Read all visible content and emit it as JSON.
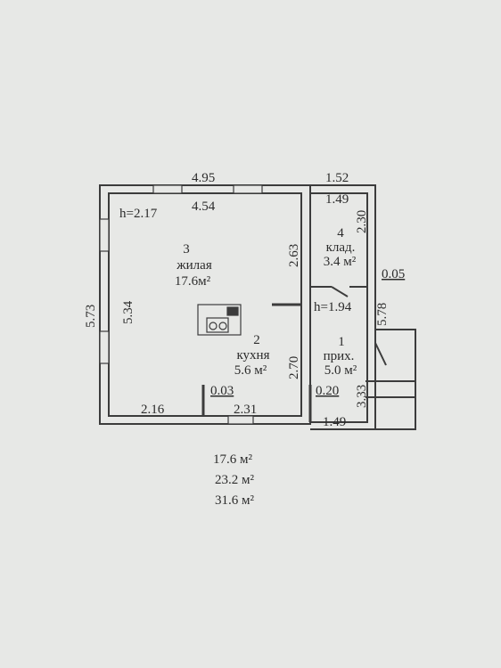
{
  "rooms": [
    {
      "number": "3",
      "name": "жилая",
      "area": "17.6м²"
    },
    {
      "number": "2",
      "name": "кухня",
      "area": "5.6 м²"
    },
    {
      "number": "4",
      "name": "клад.",
      "area": "3.4 м²"
    },
    {
      "number": "1",
      "name": "прих.",
      "area": "5.0 м²"
    }
  ],
  "dimensions": {
    "top_outer": "4.95",
    "top_inner": "4.54",
    "left_outer": "5.73",
    "left_inner": "5.34",
    "height_main": "h=2.17",
    "partition_upper": "2.63",
    "partition_lower": "2.70",
    "stub_main": "0.03",
    "bottom_left": "2.16",
    "bottom_mid": "2.31",
    "annex_top_outer": "1.52",
    "annex_top_inner": "1.49",
    "annex_storage_depth": "2.30",
    "annex_wall": "0.05",
    "height_annex": "h=1.94",
    "annex_right": "5.78",
    "annex_stub": "0.20",
    "annex_hall_depth": "3.33",
    "annex_bottom": "1.49"
  },
  "totals": [
    "17.6 м²",
    "23.2 м²",
    "31.6 м²"
  ],
  "colors": {
    "background": "#e7e8e6",
    "line": "#3c3c3c",
    "text": "#2b2b2b"
  }
}
